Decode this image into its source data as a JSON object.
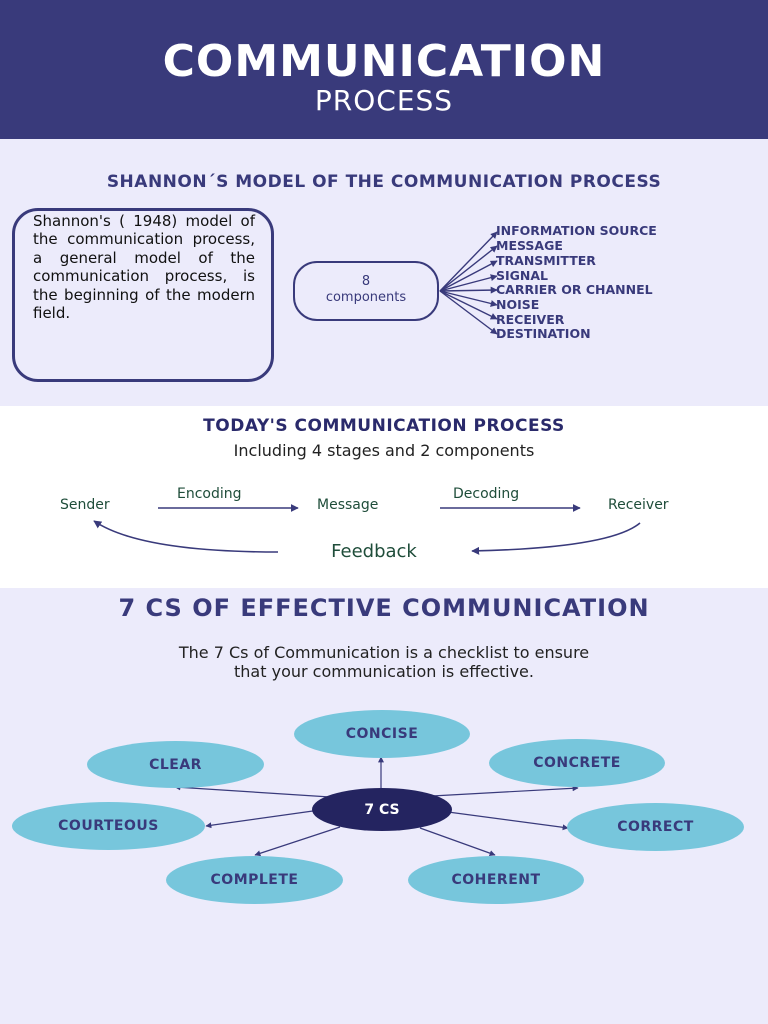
{
  "header": {
    "title": "COMMUNICATION",
    "subtitle": "PROCESS"
  },
  "shannon": {
    "title": "SHANNON´S MODEL OF THE COMMUNICATION PROCESS",
    "description": "Shannon's ( 1948) model of the communication process, a general model of the communication process, is the beginning of the modern field.",
    "components_label": "8 components",
    "components": [
      "INFORMATION SOURCE",
      "MESSAGE",
      "TRANSMITTER",
      "SIGNAL",
      "CARRIER OR CHANNEL",
      "NOISE",
      "RECEIVER",
      "DESTINATION"
    ]
  },
  "today": {
    "title": "TODAY'S COMMUNICATION PROCESS",
    "subtitle": "Including 4 stages and 2 components",
    "sender": "Sender",
    "encoding": "Encoding",
    "message": "Message",
    "decoding": "Decoding",
    "receiver": "Receiver",
    "feedback": "Feedback"
  },
  "seven_cs": {
    "title": "7 CS OF EFFECTIVE COMMUNICATION",
    "subtitle_line1": "The 7 Cs of Communication is a checklist to ensure",
    "subtitle_line2": "that your communication is effective.",
    "center": "7 CS",
    "items": [
      "CONCISE",
      "CLEAR",
      "CONCRETE",
      "COURTEOUS",
      "CORRECT",
      "COMPLETE",
      "COHERENT"
    ]
  },
  "colors": {
    "navy": "#393a7b",
    "lavender": "#ecebfb",
    "cyan": "#77c6dc",
    "dark_navy": "#242460",
    "green_text": "#1f4d3a"
  }
}
